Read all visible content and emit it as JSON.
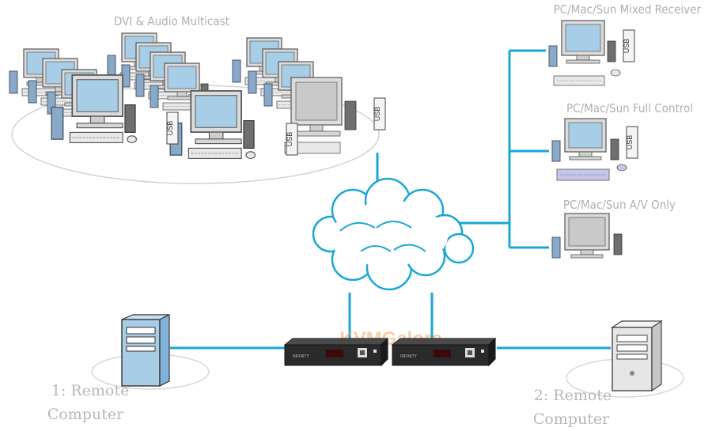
{
  "labels": {
    "multicast": "DVI & Audio Multicast",
    "mixed_receiver": "PC/Mac/Sun Mixed Receiver",
    "full_control": "PC/Mac/Sun Full Control",
    "av_only": "PC/Mac/Sun A/V Only",
    "remote1_line1": "1: Remote",
    "remote1_line2": "Computer",
    "remote2_line1": "2: Remote",
    "remote2_line2": "Computer",
    "watermark": "KVMGalore",
    "usb": "USB",
    "device_model": "INFINITY"
  },
  "colors": {
    "link": "#1aa7d6",
    "screen": "#a8cde6",
    "grey_screen": "#c9c9c9",
    "device": "#2a2a2a",
    "label_grey": "#b0b0b0",
    "watermark_orange": "#f2a65a"
  }
}
